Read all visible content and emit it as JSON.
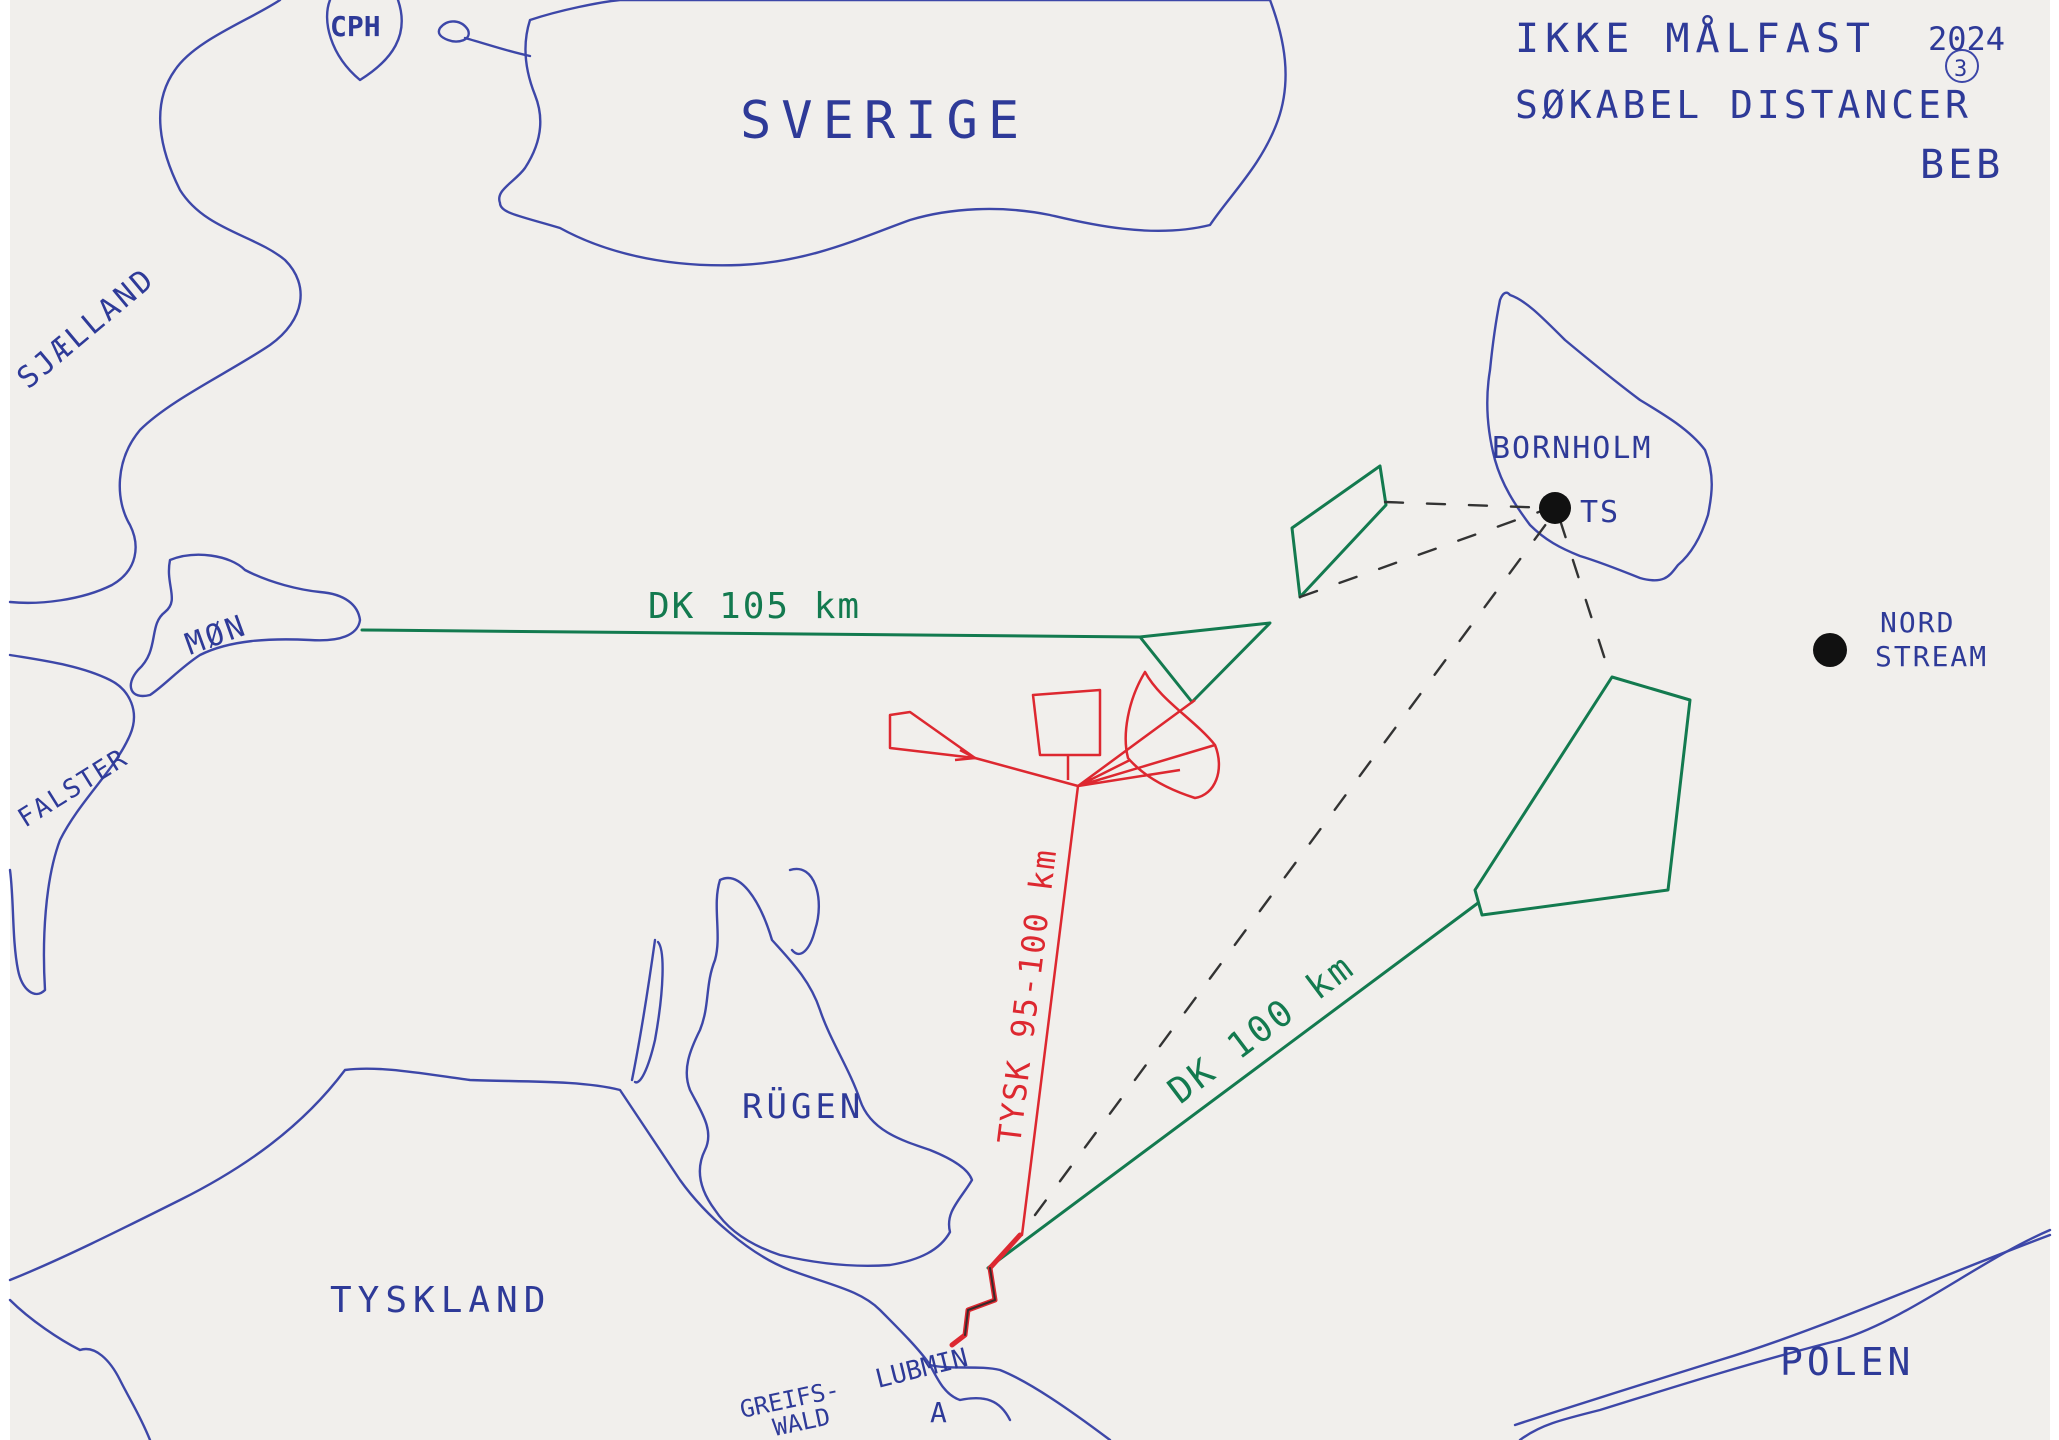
{
  "header": {
    "line1": "IKKE MÅLFAST",
    "year": "2024",
    "circled_number": "3",
    "line2": "SØKABEL DISTANCER",
    "initials": "BEB"
  },
  "regions": {
    "sverige": "SVERIGE",
    "cph": "CPH",
    "sjaelland": "SJÆLLAND",
    "mon": "MØN",
    "falster": "FALSTER",
    "bornholm": "BORNHOLM",
    "rugen": "RÜGEN",
    "tyskland": "TYSKLAND",
    "polen": "POLEN",
    "greifswald_1": "GREIFS-",
    "greifswald_2": "WALD",
    "lubmin": "LUBMIN"
  },
  "markers": {
    "ts": "TS",
    "nord_1": "NORD",
    "nord_2": "STREAM",
    "lubmin_symbol": "A"
  },
  "cables": {
    "dk_mon": "DK 105 km",
    "tysk": "TYSK 95-100 km",
    "dk_lubmin": "DK 100 km"
  },
  "colors": {
    "paper": "#f1efec",
    "coast_ink": "#3d47a8",
    "dk_cable": "#137a4f",
    "de_cable": "#dd2830",
    "dash": "#333333",
    "dot": "#111111"
  }
}
